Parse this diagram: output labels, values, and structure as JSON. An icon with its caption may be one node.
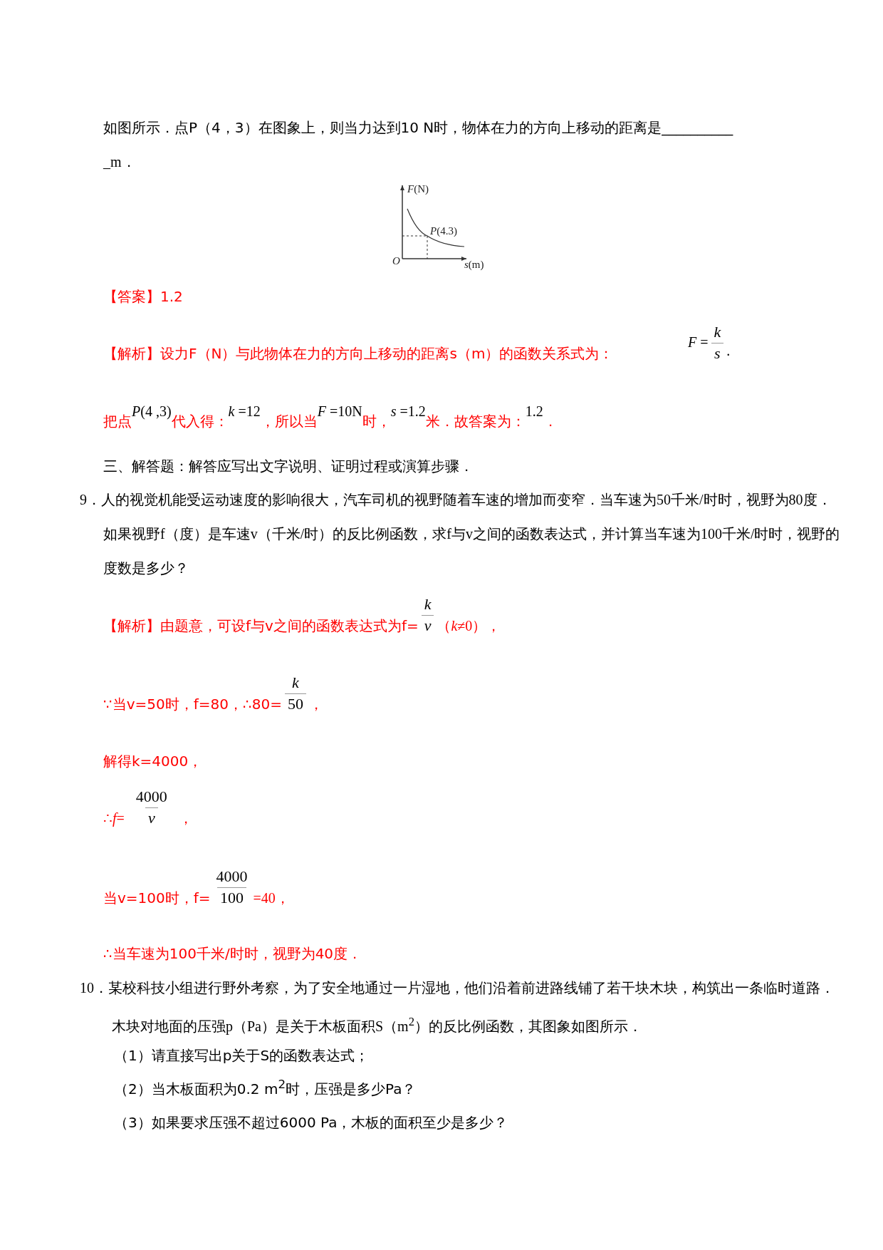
{
  "diagram": {
    "labels": [
      "如图所示．点P（4，3）在图象上，则当力达到10 N时，物体在力的方向上移动的距离是__________",
      "_m．",
      "*F*(N)",
      "*P*(4.3)",
      "*O*",
      "*s*(m)",
      "【答案】1.2",
      "【解析】设力F（N）与此物体在力的方向上移动的距离s（m）的函数关系式为：",
      "*F* =",
      "*k*",
      "*s*",
      ".",
      "把点",
      "*P*(4 ,3)",
      "代入得：",
      "*k* =12",
      "，所以当",
      "*F* =10N",
      "时，",
      "*s* =1.2",
      "米．故答案为：",
      "1.2",
      "．",
      "三、解答题：解答应写出文字说明、证明过程或演算步骤．",
      "9．人的视觉机能受运动速度的影响很大，汽车司机的视野随着车速的增加而变窄．当车速为50千米/时时，视野为80度．如果视野f（度）是车速v（千米/时）的反比例函数，求f与v之间的函数表达式，并计算当车速为100千米/时时，视野的度数是多少？",
      "【解析】由题意，可设f与v之间的函数表达式为f=",
      "*k*",
      "*v*",
      "（*k*≠0），",
      "∵当v=50时，f=80，∴80=",
      "*k*",
      "50",
      "，",
      "解得k=4000，",
      "∴*f*=",
      "4000",
      "*v*",
      "，",
      "当v=100时，f=",
      "4000",
      "100",
      "=40，",
      "∴当车速为100千米/时时，视野为40度．",
      "10．某校科技小组进行野外考察，为了安全地通过一片湿地，他们沿着前进路线铺了若干块木块，构筑出一条临时道路．木块对地面的压强p（Pa）是关于木板面积S（m$^{2}$）的反比例函数，其图象如图所示．",
      "（1）请直接写出p关于S的函数表达式；",
      "（2）当木板面积为0.2 m$^{2}$时，压强是多少Pa？",
      "（3）如果要求压强不超过6000 Pa，木板的面积至少是多少？"
    ]
  }
}
